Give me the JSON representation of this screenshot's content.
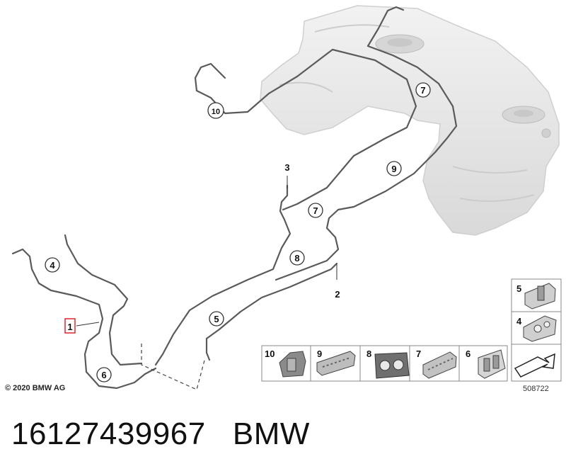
{
  "callouts": {
    "c1": "1",
    "c2": "2",
    "c3": "3",
    "c4": "4",
    "c5": "5",
    "c6": "6",
    "c7a": "7",
    "c7b": "7",
    "c8": "8",
    "c9": "9",
    "c10": "10"
  },
  "legend": {
    "t10": "10",
    "t9": "9",
    "t8": "8",
    "t7": "7",
    "t6": "6",
    "t5": "5",
    "t4": "4"
  },
  "footer": {
    "copyright": "© 2020 BMW AG",
    "drawing_number": "508722",
    "part_number": "16127439967",
    "brand": "BMW"
  },
  "colors": {
    "highlight": "#e0242a",
    "line": "#5a5a5a",
    "tank": "#e6e6e6"
  }
}
